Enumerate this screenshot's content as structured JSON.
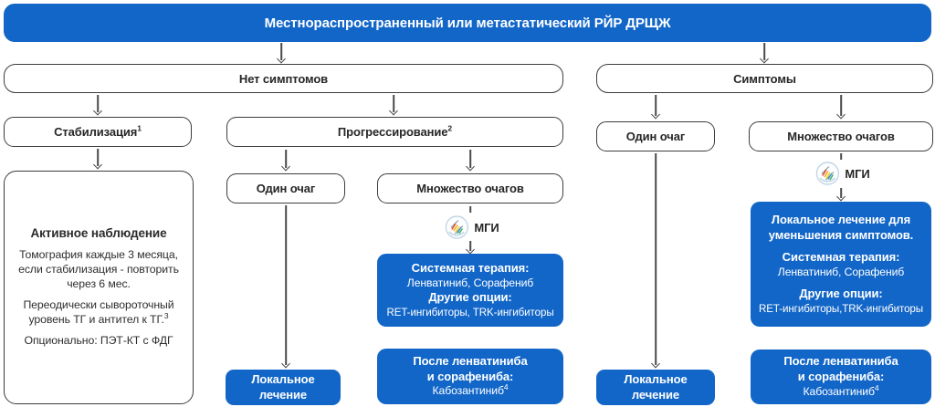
{
  "banner": {
    "title": "Местнораспространенный или метастатический РЙР ДРЩЖ"
  },
  "colors": {
    "accent_blue": "#1266c8",
    "box_border": "#3d3d3d",
    "arrow": "#4a4a4a",
    "text_dark": "#262626",
    "text_white": "#ffffff"
  },
  "icons": {
    "mgi": "dna-circle-icon"
  },
  "left": {
    "no_symptoms": "Нет симптомов",
    "stabilization": {
      "label": "Стабилизация",
      "sup": "1"
    },
    "progression": {
      "label": "Прогрессирование",
      "sup": "2"
    },
    "observation": {
      "title": "Активное наблюдение",
      "p1": "Томография каждые 3 месяца, если стабилизация - повторить через 6 мес.",
      "p2": "Переодически сывороточный уровень ТГ и антител к ТГ.",
      "p2_sup": "3",
      "p3": "Опционально: ПЭТ-КТ с ФДГ"
    },
    "single_focus": "Один очаг",
    "multiple_foci": "Множество очагов",
    "mgi_label": "МГИ",
    "systemic": {
      "title": "Системная терапия:",
      "drugs": "Ленватиниб, Сорафениб",
      "other_title": "Другие опции:",
      "other_drugs": "RET-ингибиторы, TRK-ингибиторы"
    },
    "after": {
      "line1": "После ленватиниба",
      "line2": "и сорафениба:",
      "drug": "Кабозантиниб",
      "sup": "4"
    },
    "local": {
      "line1": "Локальное",
      "line2": "лечение"
    }
  },
  "right": {
    "symptoms": "Симптомы",
    "single_focus": "Один очаг",
    "multiple_foci": "Множество очагов",
    "mgi_label": "МГИ",
    "treatment": {
      "local_title": "Локальное лечение для уменьшения симптомов.",
      "systemic_title": "Системная терапия:",
      "drugs": "Ленватиниб, Сорафениб",
      "other_title": "Другие опции:",
      "other_drugs": "RET-ингибиторы,TRK-ингибиторы"
    },
    "after": {
      "line1": "После ленватиниба",
      "line2": "и сорафениба:",
      "drug": "Кабозантиниб",
      "sup": "4"
    },
    "local": {
      "line1": "Локальное",
      "line2": "лечение"
    }
  }
}
